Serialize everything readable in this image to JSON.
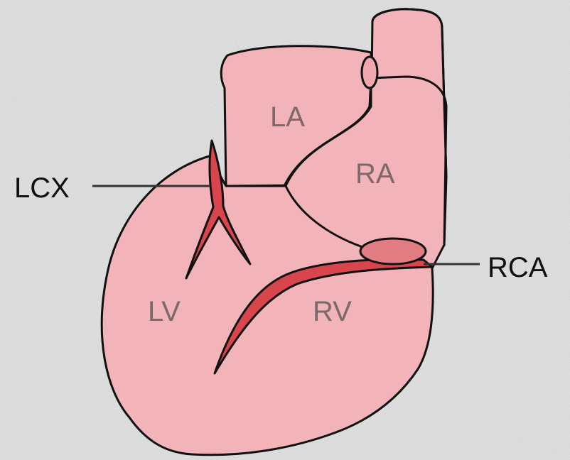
{
  "diagram": {
    "subject": "heart-anterior-view",
    "colors": {
      "background": "#e7e7e7",
      "heart_fill": "#f2b3b9",
      "outline": "#111111",
      "artery_fill": "#d9454d",
      "rca_ostium_fill": "#e07c82",
      "chamber_text": "#7a6a6c"
    },
    "chambers": {
      "la": "LA",
      "ra": "RA",
      "lv": "LV",
      "rv": "RV"
    },
    "callouts": {
      "lcx": "LCX",
      "rca": "RCA"
    }
  }
}
